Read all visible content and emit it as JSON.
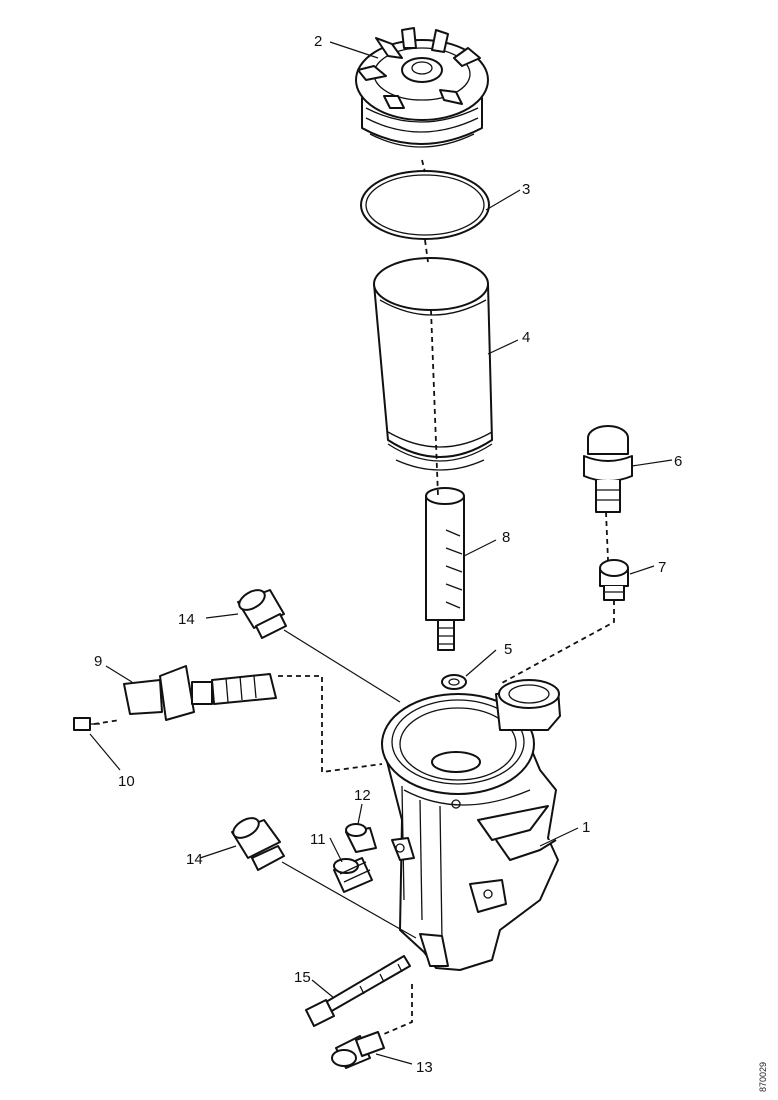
{
  "diagram": {
    "callouts": {
      "c1": "1",
      "c2": "2",
      "c3": "3",
      "c4": "4",
      "c5": "5",
      "c6": "6",
      "c7": "7",
      "c8": "8",
      "c9": "9",
      "c10": "10",
      "c11": "11",
      "c12": "12",
      "c13": "13",
      "c14a": "14",
      "c14b": "14",
      "c15": "15"
    },
    "sheet_id": "870029"
  }
}
